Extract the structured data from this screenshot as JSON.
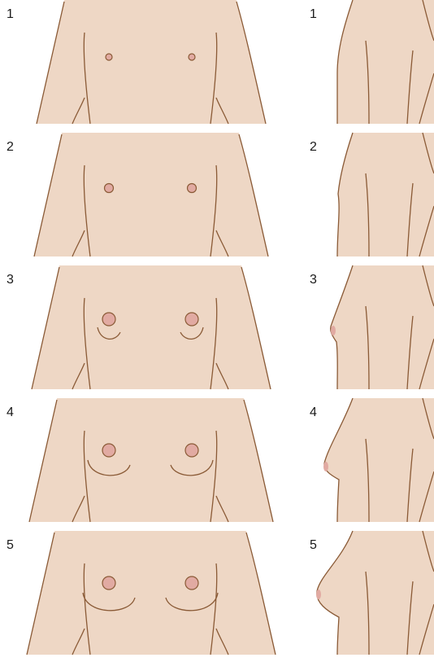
{
  "stages": [
    {
      "front_label": "1",
      "side_label": "1",
      "breast": 0
    },
    {
      "front_label": "2",
      "side_label": "2",
      "breast": 1
    },
    {
      "front_label": "3",
      "side_label": "3",
      "breast": 2
    },
    {
      "front_label": "4",
      "side_label": "4",
      "breast": 3
    },
    {
      "front_label": "5",
      "side_label": "5",
      "breast": 4
    }
  ],
  "colors": {
    "skin": "#eed7c5",
    "outline": "#8a5a36",
    "areola": "#e1aaa2",
    "background": "#ffffff"
  }
}
